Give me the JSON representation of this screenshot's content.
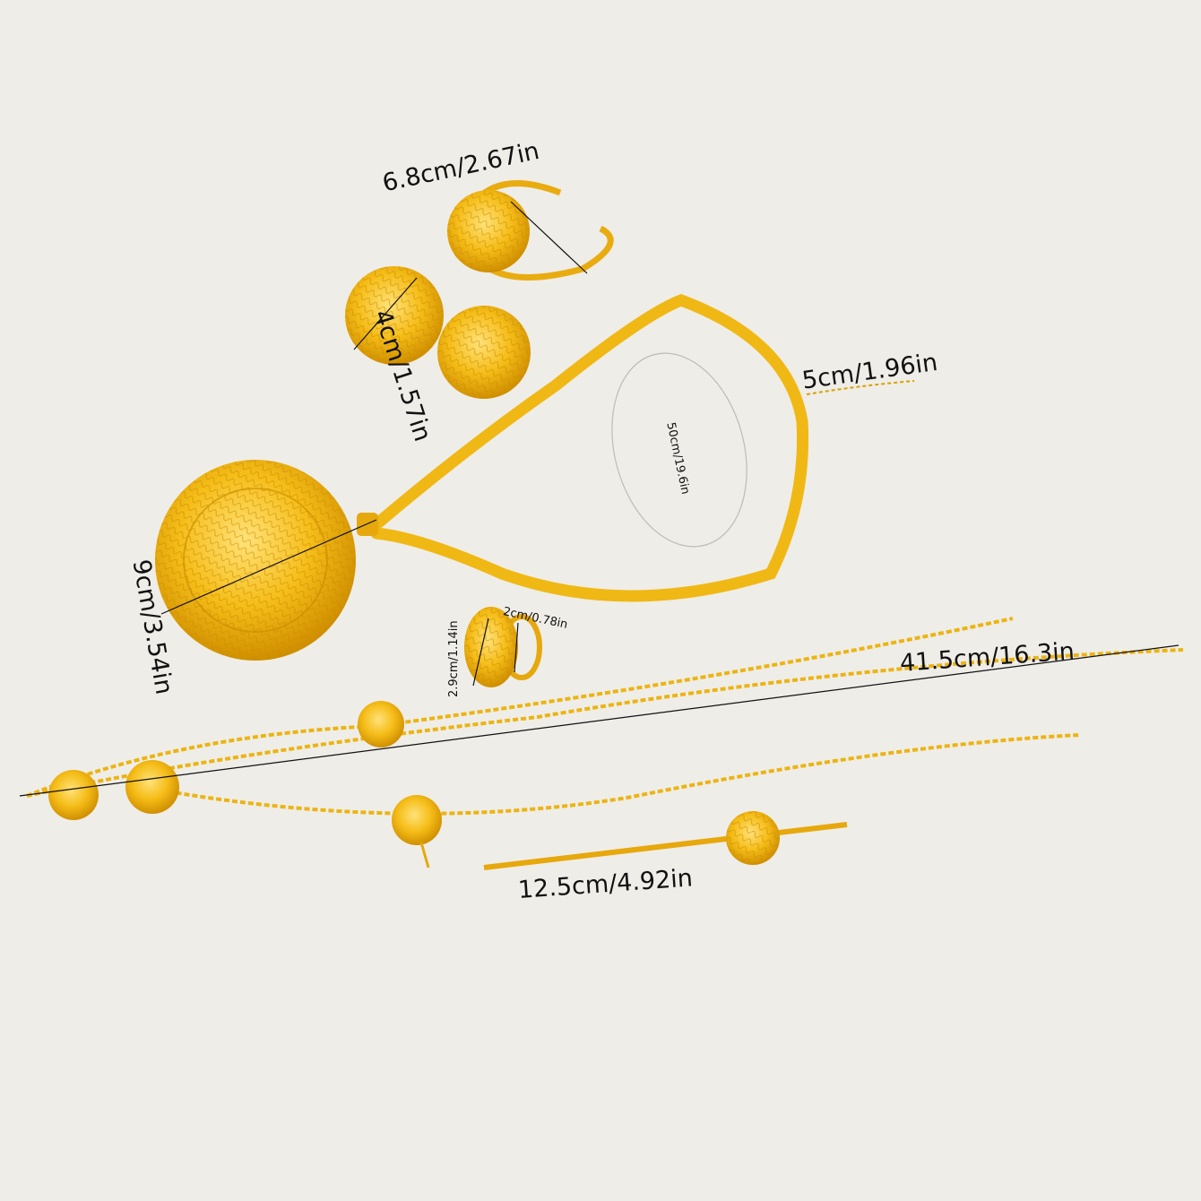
{
  "colors": {
    "background": "#efede8",
    "gold": "#f2b90f",
    "gold_dark": "#d99a00",
    "gold_light": "#ffd84a",
    "line": "#111111"
  },
  "dimensions": {
    "bracelet": "6.8cm/2.67in",
    "earring": "4cm/1.57in",
    "extender": "5cm/1.96in",
    "necklace_length": "50cm/19.6in",
    "pendant": "9cm/3.54in",
    "ring_width": "2cm/0.78in",
    "ring_height": "2.9cm/1.14in",
    "headpiece_length": "41.5cm/16.3in",
    "hair_stick": "12.5cm/4.92in"
  }
}
